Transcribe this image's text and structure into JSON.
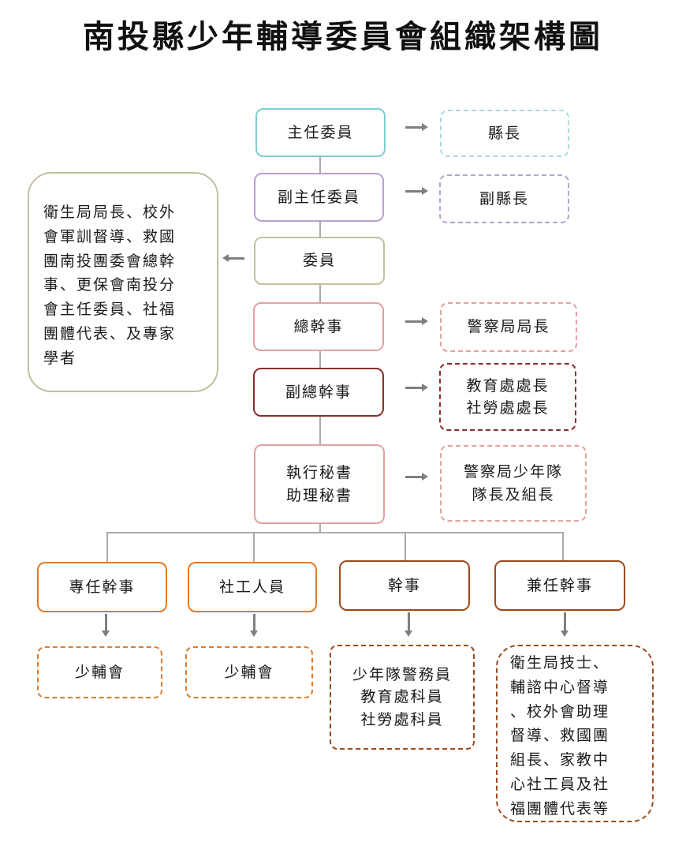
{
  "title": "南投縣少年輔導委員會組織架構圖",
  "chain": [
    {
      "label": "主任委員",
      "color": "#7fcdd2"
    },
    {
      "label": "副主任委員",
      "color": "#b7a2cf"
    },
    {
      "label": "委員",
      "color": "#c4c0a0"
    },
    {
      "label": "總幹事",
      "color": "#e3a1a1"
    },
    {
      "label": "副總幹事",
      "color": "#8a2d2d"
    },
    {
      "label": "執行秘書\n助理秘書",
      "color": "#e3a1a1"
    }
  ],
  "chain_notes": [
    {
      "text": "縣長",
      "color": "#a8dbe0"
    },
    {
      "text": "副縣長",
      "color": "#b7a2cf"
    },
    {
      "text": "警察局局長",
      "color": "#e3a1a1"
    },
    {
      "text": "教育處處長\n社勞處處長",
      "color": "#8a2d2d"
    },
    {
      "text": "警察局少年隊\n隊長及組長",
      "color": "#e3a1a1"
    }
  ],
  "members_note": {
    "text": "衛生局局長、校外\n會軍訓督導、救國\n團南投團委會總幹\n事、更保會南投分\n會主任委員、社福\n團體代表、及專家\n學者",
    "color": "#c4c0a0"
  },
  "staff": [
    {
      "label": "專任幹事",
      "color": "#e07b2a"
    },
    {
      "label": "社工人員",
      "color": "#e07b2a"
    },
    {
      "label": "幹事",
      "color": "#9c4a1c"
    },
    {
      "label": "兼任幹事",
      "color": "#9c4a1c"
    }
  ],
  "staff_notes": [
    {
      "text": "少輔會",
      "color": "#e07b2a"
    },
    {
      "text": "少輔會",
      "color": "#e07b2a"
    },
    {
      "text": "少年隊警務員\n教育處科員\n社勞處科員",
      "color": "#9c4a1c"
    },
    {
      "text": "衛生局技士、\n輔諮中心督導\n、校外會助理\n督導、救國團\n組長、家教中\n心社工員及社\n福團體代表等",
      "color": "#9c4a1c"
    }
  ],
  "connector_color": "#aaaaaa",
  "arrow_color": "#7f7f7f"
}
